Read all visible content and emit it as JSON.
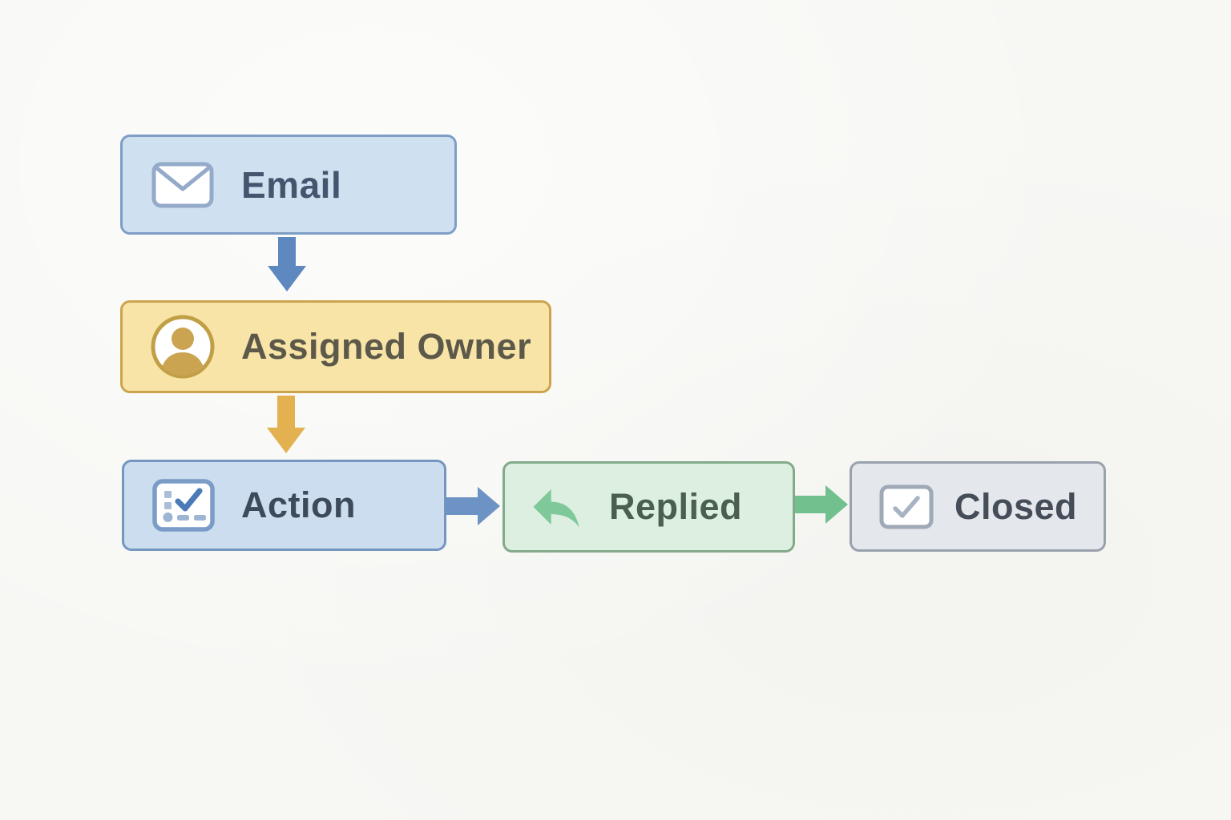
{
  "diagram": {
    "type": "flowchart",
    "background_color": "#f7f7f4",
    "description": "Email support workflow"
  },
  "nodes": [
    {
      "id": "email",
      "label": "Email",
      "icon": "envelope-icon",
      "fill": "#cfe0f1",
      "border": "#7e9ec5",
      "text_color": "#44566e"
    },
    {
      "id": "assigned-owner",
      "label": "Assigned Owner",
      "icon": "user-icon",
      "fill": "#f8e4a6",
      "border": "#cda44e",
      "text_color": "#5c594a"
    },
    {
      "id": "action",
      "label": "Action",
      "icon": "checklist-icon",
      "fill": "#cbddee",
      "border": "#7496bf",
      "text_color": "#3d4a5c"
    },
    {
      "id": "replied",
      "label": "Replied",
      "icon": "reply-icon",
      "fill": "#ddefe0",
      "border": "#83aa8a",
      "text_color": "#49604f"
    },
    {
      "id": "closed",
      "label": "Closed",
      "icon": "checkbox-icon",
      "fill": "#e4e7eb",
      "border": "#99a1ad",
      "text_color": "#454d59"
    }
  ],
  "edges": [
    {
      "from": "email",
      "to": "assigned-owner",
      "direction": "down",
      "color": "#5e88c0"
    },
    {
      "from": "assigned-owner",
      "to": "action",
      "direction": "down",
      "color": "#e3b14f"
    },
    {
      "from": "action",
      "to": "replied",
      "direction": "right",
      "color": "#6d92c4"
    },
    {
      "from": "replied",
      "to": "closed",
      "direction": "right",
      "color": "#72c08e"
    }
  ]
}
